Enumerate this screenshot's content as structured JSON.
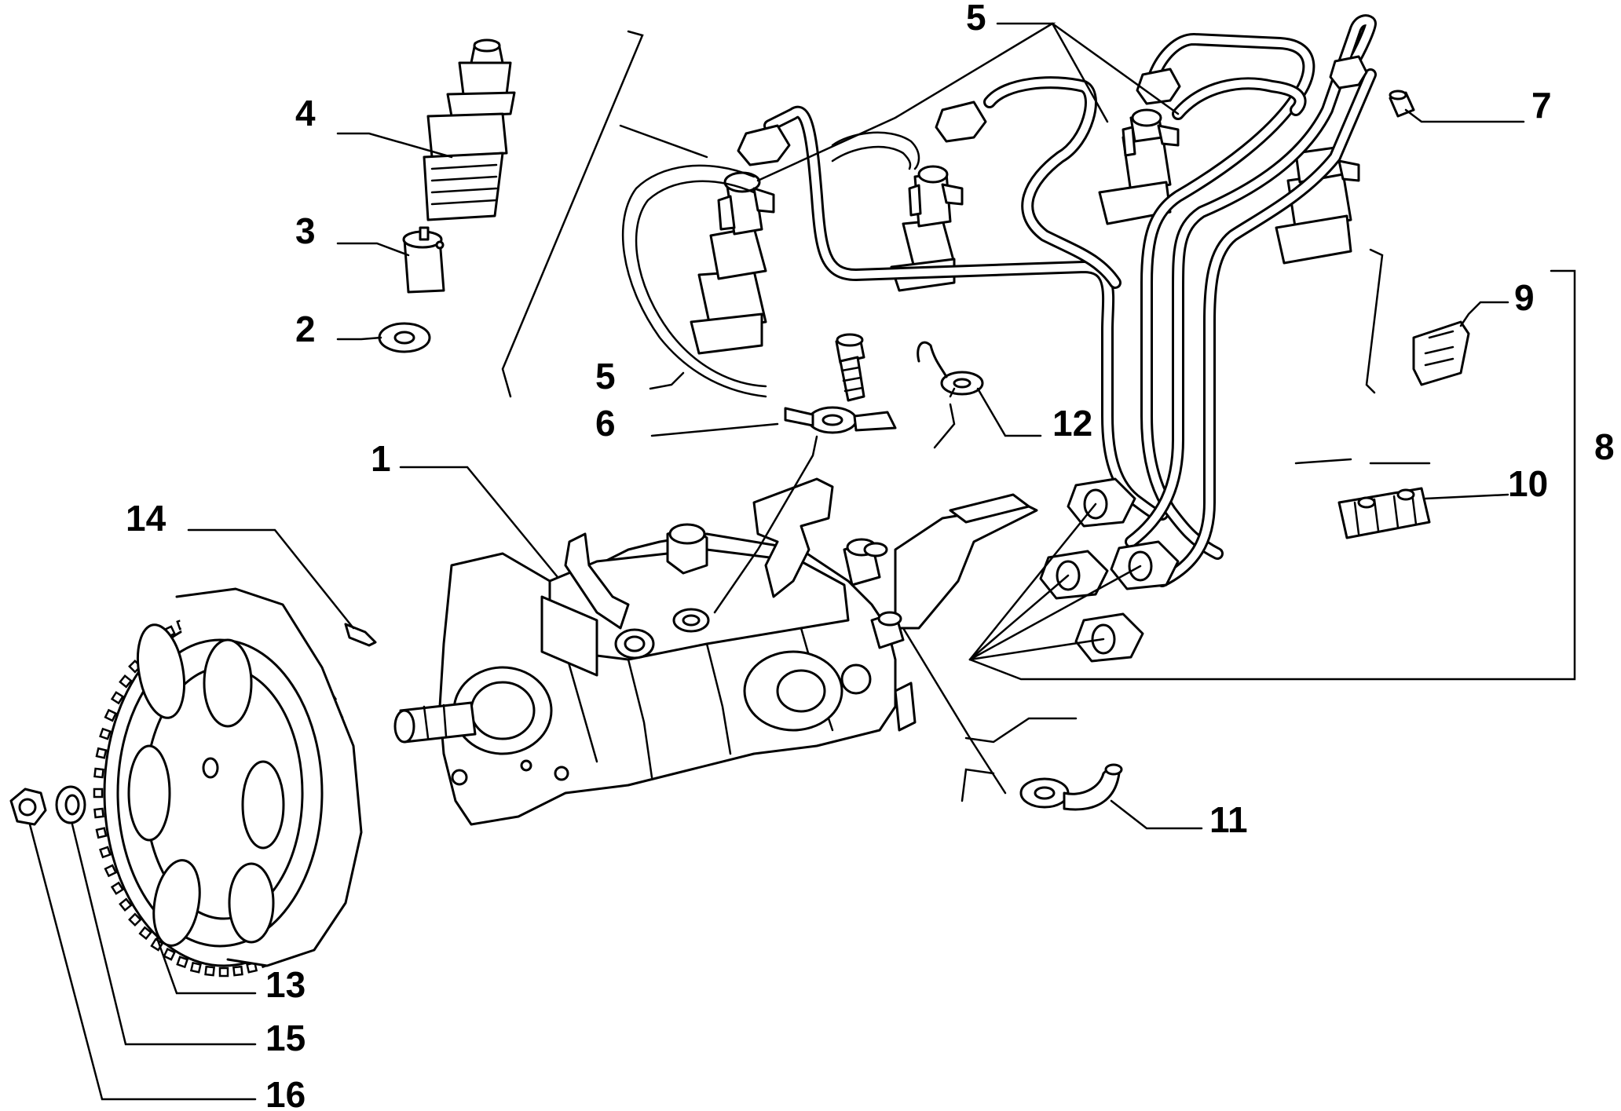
{
  "callouts": {
    "c1": "1",
    "c2": "2",
    "c3": "3",
    "c4": "4",
    "c5a": "5",
    "c5b": "5",
    "c6": "6",
    "c7": "7",
    "c8": "8",
    "c9": "9",
    "c10": "10",
    "c11": "11",
    "c12": "12",
    "c13": "13",
    "c14": "14",
    "c15": "15",
    "c16": "16"
  },
  "colors": {
    "line": "#000000",
    "background": "#ffffff"
  }
}
